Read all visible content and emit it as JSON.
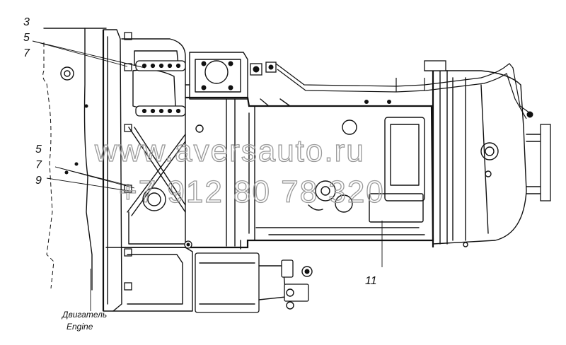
{
  "callouts": {
    "c3": "3",
    "c5_top": "5",
    "c7_top": "7",
    "c5_mid": "5",
    "c7_mid": "7",
    "c9": "9",
    "c11": "11"
  },
  "caption": {
    "ru": "Двигатель",
    "en": "Engine"
  },
  "watermark": {
    "site": "www.aversauto.ru",
    "phone": "+7 912 80 78 320"
  }
}
